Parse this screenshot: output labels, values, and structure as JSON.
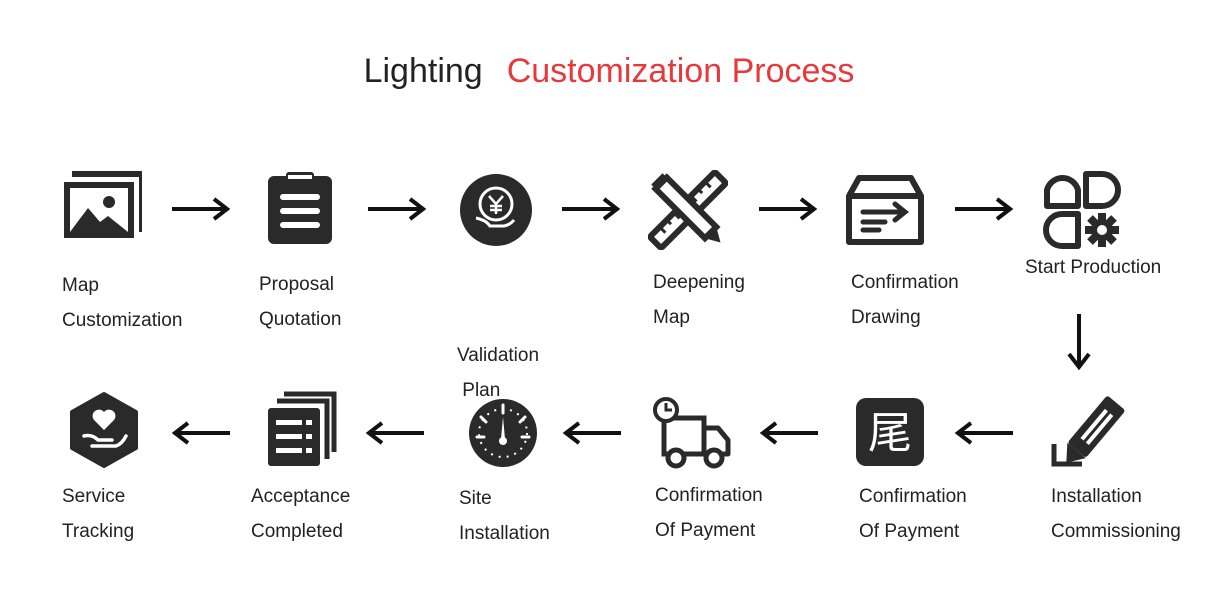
{
  "title": {
    "part1": "Lighting",
    "part2": "Customization Process",
    "accent_color": "#e8383a"
  },
  "steps": [
    {
      "icon": "image-icon",
      "line1": "Map",
      "line2": "Customization"
    },
    {
      "icon": "clipboard-icon",
      "line1": "Proposal",
      "line2": "Quotation"
    },
    {
      "icon": "yuan-coin-hand-icon",
      "line1": "Validation",
      "line2": " Plan"
    },
    {
      "icon": "ruler-pencil-icon",
      "line1": "Deepening",
      "line2": "Map"
    },
    {
      "icon": "box-arrow-icon",
      "line1": "Confirmation",
      "line2": "Drawing"
    },
    {
      "icon": "apps-gear-icon",
      "line1": "Start Production",
      "line2": ""
    },
    {
      "icon": "pen-paper-icon",
      "line1": "Installation",
      "line2": "Commissioning"
    },
    {
      "icon": "character-tile-icon",
      "glyph": "尾",
      "line1": "Confirmation",
      "line2": "Of Payment"
    },
    {
      "icon": "delivery-truck-icon",
      "line1": "Confirmation",
      "line2": "Of Payment"
    },
    {
      "icon": "gauge-icon",
      "line1": "Site",
      "line2": "Installation"
    },
    {
      "icon": "documents-stack-icon",
      "line1": "Acceptance",
      "line2": "Completed"
    },
    {
      "icon": "heart-hand-icon",
      "line1": "Service",
      "line2": "Tracking"
    }
  ]
}
